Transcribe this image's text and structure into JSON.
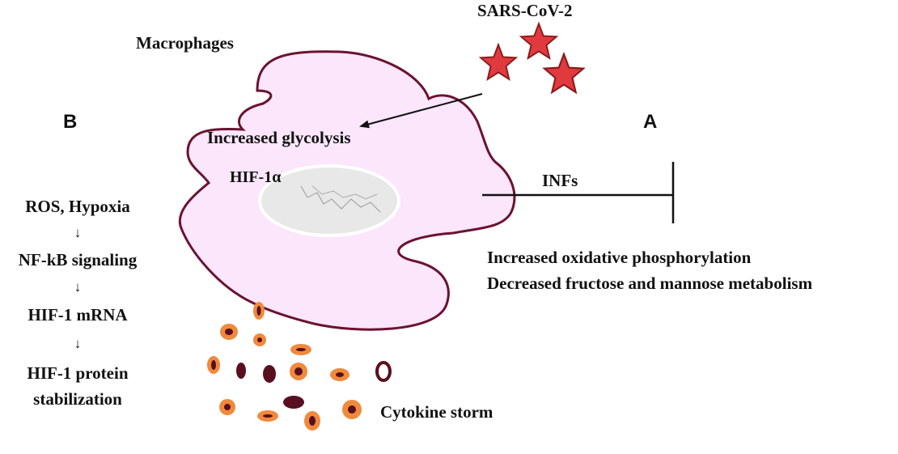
{
  "virus_label": "SARS-CoV-2",
  "cell_label": "Macrophages",
  "panel_a_label": "A",
  "panel_b_label": "B",
  "glycolysis_label": "Increased glycolysis",
  "hif_label": "HIF-1α",
  "infs_label": "INFs",
  "metabolism": {
    "line1": "Increased oxidative phosphorylation",
    "line2": "Decreased fructose and mannose metabolism"
  },
  "pathway": {
    "arrow_glyph": "↓",
    "step1": "ROS, Hypoxia",
    "step2": "NF-kB signaling",
    "step3": "HIF-1 mRNA",
    "step4_line1": "HIF-1 protein",
    "step4_line2": "stabilization"
  },
  "cytokine_label": "Cytokine storm",
  "colors": {
    "cell_fill": "#fbe6fb",
    "cell_outline": "#6b1230",
    "nucleus_fill": "#e8e8e8",
    "star_fill": "#e03a3f",
    "star_stroke": "#8a1a1a",
    "cytokine_orange": "#f08a3c",
    "cytokine_dark": "#5a0f20"
  },
  "icons": {
    "virus": "star-icon",
    "cytokine": "ellipse-dot-icon"
  }
}
